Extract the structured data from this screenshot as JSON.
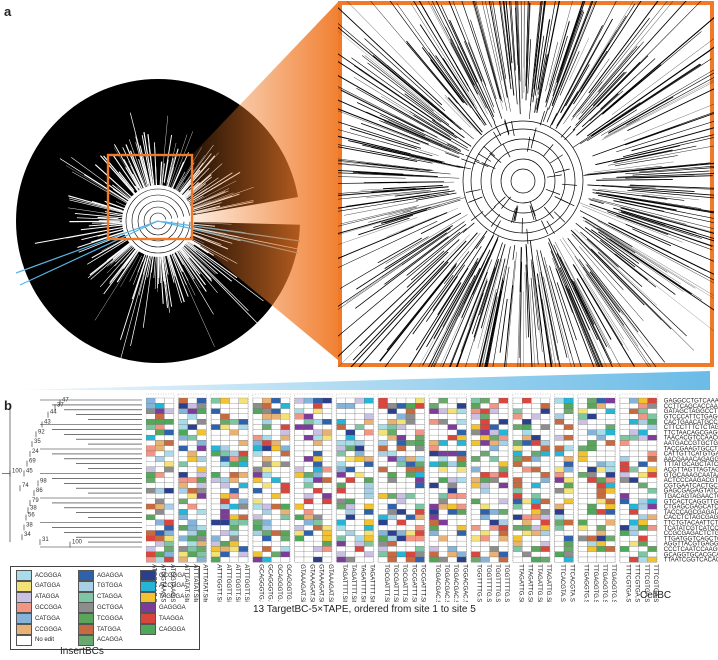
{
  "panel_a": {
    "letter": "a"
  },
  "panel_b": {
    "letter": "b",
    "bootstrap_labels": [
      "47",
      "37",
      "44",
      "43",
      "92",
      "35",
      "24",
      "69",
      "45",
      "74",
      "100",
      "98",
      "86",
      "79",
      "38",
      "56",
      "38",
      "34",
      "31",
      "100"
    ],
    "site_labels": [
      "ATGGTAAG.Site2",
      "ATGGTAAG.Site3",
      "ATGGTAAG.Site4",
      "ATTTATAT.Site1",
      "ATTTATAT.Site2",
      "ATTTATAT.Site3",
      "ATTTGGTT.Site1",
      "ATTTGGTT.Site2",
      "ATTTGGTT.Site3",
      "ATTTGGTT.Site4",
      "GCAGGGTG.Site2",
      "GCAGGGTG.Site3",
      "GCAGGGTG.Site4",
      "GCAGGGTG.Site5",
      "GTAAAGAT.Site1",
      "GTAAAGAT.Site2",
      "GTAAAGAT.Site3",
      "GTAAAGAT.Site4",
      "TAGATTTT.Site1",
      "TAGATTTT.Site2",
      "TAGATTTT.Site3",
      "TAGATTTT.Site4",
      "TGCGATTT.Site1",
      "TGCGATTT.Site2",
      "TGCGATTT.Site3",
      "TGCGATTT.Site4",
      "TGCGATTT.Site5",
      "TGGACGAC.Site1",
      "TGGACGAC.Site2",
      "TGGACGAC.Site3",
      "TGGACGAC.Site4",
      "TGGTTTTG.Site1",
      "TGGTTTTG.Site2",
      "TGGTTTTG.Site3",
      "TGGTTTTG.Site4",
      "TTAGATTG.Site1",
      "TTAGATTG.Site2",
      "TTAGATTG.Site3",
      "TTAGATTG.Site4",
      "TTCACGTA.Site1",
      "TTCACGTA.Site2",
      "TTGAGGTG.Site1",
      "TTGAGGTG.Site2",
      "TTGAGGTG.Site3",
      "TTGAGGTG.Site4",
      "TTTCGTGA.Site1",
      "TTTCGTGA.Site2",
      "TTTCGTGA.Site3",
      "TTTCGTGA.Site4"
    ],
    "cell_barcodes": [
      "GAGGCCTGTCAAAGTA-1",
      "CCTTCAGCACCAAGAC-1",
      "GATAGCTAGGCCTTGC-1",
      "GTCCCATTCTGAGGTT-1",
      "CACTGAACATGCCATA-1",
      "CTTCCTTTCTCTAGTC-1",
      "TTCTAACAGCGAGGAG-1",
      "TAACACGTCCAACCGG-1",
      "AATGACCGTGCTGATT-1",
      "TACCGAAGTGCCTGTA-1",
      "CATTGTTCATGTGACT-1",
      "AACGAAACAGAGGCCT-1",
      "TTTATGCAGCTATCTG-1",
      "ACGTTAGTTAGTAGAC-1",
      "GTGCAAAGCAATAACT-1",
      "ACTCCCAAGACGTCGA-1",
      "CGTGAATCACTGCTTC-1",
      "GAGCGAGAGTATCTCT-1",
      "TGACAGTAGAACTCCT-1",
      "GTCACTCAGGTTGTTG-1",
      "CTGAGCGAGCATCAGG-1",
      "TACCCAGCGAGATA-1",
      "CACCTCTAGCGAGGAG-1",
      "TTCTGTACAATTCTCT-1",
      "TCATATCGTCATCCCT-1",
      "CCGCGAGACTCTGCTA-1",
      "TTGATGGTCAGCTGTA-1",
      "AGGTTACGTGAGGATC-1",
      "CCCTCAATCCAAGCAT-1",
      "GCAGGTGCACGCACAA-1",
      "TTAATCGGTCACAGTT-1"
    ],
    "cellbc_title": "CellBC",
    "axis_caption": "13 TargetBC-5×TAPE, ordered from site 1 to site 5",
    "legend_title": "InsertBCs",
    "legend": [
      {
        "label": "ACGGGA",
        "color": "#a8dce8"
      },
      {
        "label": "GATGGA",
        "color": "#f3e277"
      },
      {
        "label": "ATAGGA",
        "color": "#c9c0e3"
      },
      {
        "label": "GCCGGA",
        "color": "#f19584"
      },
      {
        "label": "CATGGA",
        "color": "#86b4d8"
      },
      {
        "label": "CCGGGA",
        "color": "#e9b275"
      },
      {
        "label": "No edit",
        "color": "#ffffff"
      },
      {
        "label": "AGAGGA",
        "color": "#2f62ad"
      },
      {
        "label": "TGTGGA",
        "color": "#a8cfe4"
      },
      {
        "label": "CTAGGA",
        "color": "#7ec6a3"
      },
      {
        "label": "GCTGGA",
        "color": "#8d8d8d"
      },
      {
        "label": "TCGGGA",
        "color": "#5aa55b"
      },
      {
        "label": "TATGGA",
        "color": "#c86a3f"
      },
      {
        "label": "ACAGGA",
        "color": "#6aa96d"
      },
      {
        "label": "GCGGGA",
        "color": "#2c3f8c"
      },
      {
        "label": "ACCGGA",
        "color": "#25b5d6"
      },
      {
        "label": "TAGGGA",
        "color": "#f2c230"
      },
      {
        "label": "GAGGGA",
        "color": "#7d3b9a"
      },
      {
        "label": "TAAGGA",
        "color": "#d9463e"
      },
      {
        "label": "CAGGGA",
        "color": "#4ea85a"
      }
    ],
    "accent_orange": "#f07a28",
    "accent_blue": "#5ab4e4"
  }
}
